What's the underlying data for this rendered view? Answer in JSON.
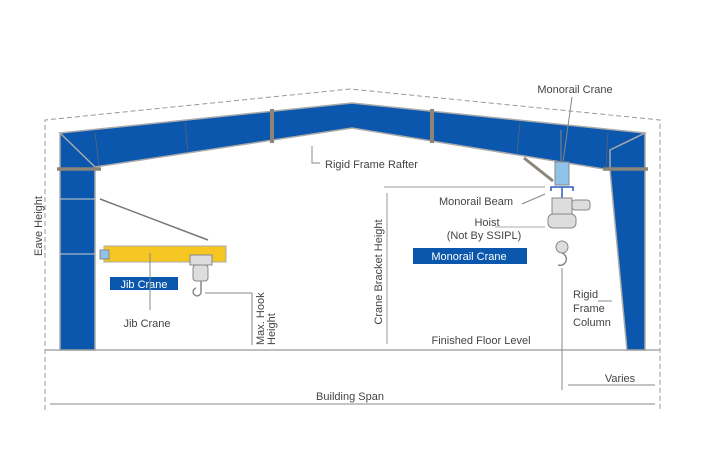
{
  "labels": {
    "monorail_crane_top": "Monorail Crane",
    "rigid_frame_rafter": "Rigid Frame Rafter",
    "monorail_beam": "Monorail Beam",
    "hoist": "Hoist",
    "not_by": "(Not By SSIPL)",
    "monorail_crane_badge": "Monorail Crane",
    "eave_height": "Eave Height",
    "jib_crane_badge": "Jib Crane",
    "jib_crane": "Jib Crane",
    "max_hook_height_1": "Max. Hook",
    "max_hook_height_2": "Height",
    "crane_bracket_height": "Crane Bracket Height",
    "rigid_frame_column_1": "Rigid",
    "rigid_frame_column_2": "Frame",
    "rigid_frame_column_3": "Column",
    "finished_floor_level": "Finished Floor Level",
    "varies": "Varies",
    "building_span": "Building Span"
  },
  "colors": {
    "frame": "#0a57ad",
    "beam": "#f6c623",
    "line": "#999999",
    "badge": "#0a57ad",
    "bracket": "#8fc3ea"
  }
}
